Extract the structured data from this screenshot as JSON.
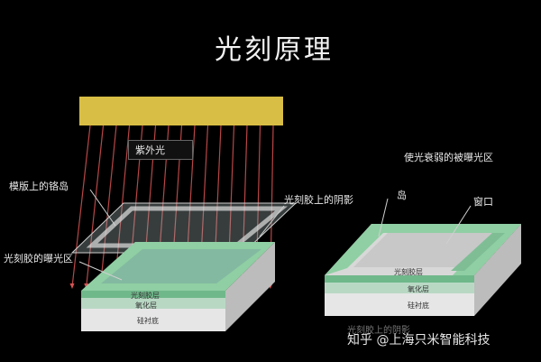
{
  "title": "光刻原理",
  "labels": {
    "uv_light": "紫外光",
    "mask_chrome": "模版上的铬岛",
    "exposed_resist": "光刻胶的曝光区",
    "resist_shadow": "光刻胶上的阴影",
    "weakened_exposed": "使光衰弱的被曝光区",
    "island": "岛",
    "window": "窗口",
    "oxide_layer_left": "氧化层",
    "substrate_left": "硅衬底",
    "resist_layer_left": "光刻胶层",
    "oxide_layer_right": "氧化层",
    "substrate_right": "硅衬底",
    "resist_layer_right": "光刻胶层"
  },
  "watermark": {
    "text": "知乎 @上海只米智能科技",
    "faint": "光刻胶上的阴影"
  },
  "colors": {
    "background": "#000000",
    "lamp": "#d8be44",
    "rays": "#d85252",
    "resist": "#8fcfa3",
    "oxide": "#b9d8c4",
    "substrate": "#e6e6e6"
  }
}
